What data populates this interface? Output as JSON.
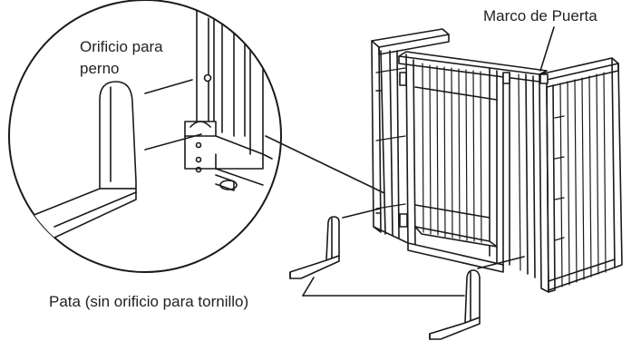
{
  "labels": {
    "door_frame": "Marco de Puerta",
    "bolt_hole_line1": "Orificio para",
    "bolt_hole_line2": "perno",
    "leg": "Pata (sin orificio para tornillo)"
  },
  "colors": {
    "line": "#1a1a1a",
    "fill": "#ffffff",
    "text": "#222222"
  }
}
